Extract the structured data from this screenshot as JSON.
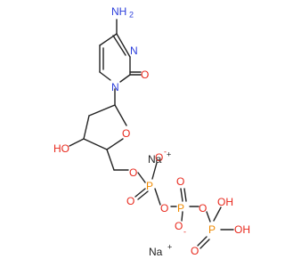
{
  "molecule": {
    "amine_label": "NH",
    "amine_sub": "2",
    "ring_n_top": "N",
    "ring_n_bottom": "N",
    "carbonyl_o": "O",
    "furan_o": "O",
    "hydroxyl": "HO",
    "ester_o": "O",
    "p1": "P",
    "p1_o_minus": "O",
    "p1_o_minus_charge": "-",
    "p1_o_double": "O",
    "bridge_o1": "O",
    "p2": "P",
    "p2_o_double": "O",
    "p2_o_minus": "O",
    "p2_o_minus_charge": "-",
    "bridge_o2": "O",
    "p3": "P",
    "p3_oh_top": "OH",
    "p3_oh_right": "OH",
    "p3_o_double": "O",
    "na1": "Na",
    "na1_charge": "+",
    "na2": "Na",
    "na2_charge": "+"
  },
  "colors": {
    "bond": "#222222",
    "nitrogen": "#2a3ddb",
    "oxygen": "#e8281c",
    "phosphorus": "#f08a00",
    "carbon_text": "#222222",
    "sodium": "#222222"
  }
}
